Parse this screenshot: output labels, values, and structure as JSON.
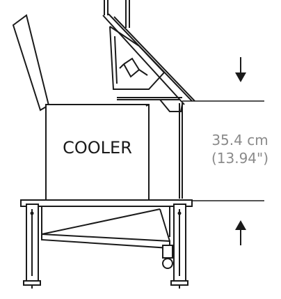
{
  "diagram": {
    "cooler_label": "COOLER",
    "dimension_metric": "35.4 cm",
    "dimension_imperial": "(13.94\")",
    "colors": {
      "line": "#1a1a1a",
      "dimension_text": "#8a8a8a",
      "background": "#ffffff"
    }
  }
}
